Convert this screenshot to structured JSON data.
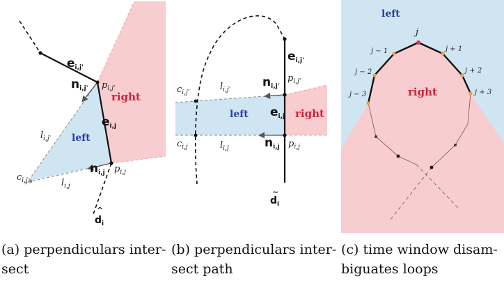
{
  "panel_a": {
    "e_top": "e",
    "e_top_sub": "i,j'",
    "n_top": "n",
    "n_top_sub": "i,j'",
    "p_top": "p",
    "p_top_sub": "i,j'",
    "right": "right",
    "e_mid": "e",
    "e_mid_sub": "i,j",
    "l_top": "l",
    "l_top_sub": "i,j'",
    "left": "left",
    "c": "c",
    "c_sub": "i,j",
    "n_bot": "n",
    "n_bot_sub": "i,j",
    "p_bot": "p",
    "p_bot_sub": "i,j",
    "l_bot": "l",
    "l_bot_sub": "i,j",
    "d": "d",
    "d_sub": "i",
    "d_hat": "^"
  },
  "panel_b": {
    "e_top": "e",
    "e_top_sub": "i,j'",
    "c_top": "c",
    "c_top_sub": "i,j'",
    "l_top": "l",
    "l_top_sub": "i,j'",
    "n_top": "n",
    "n_top_sub": "i,j'",
    "p_top": "p",
    "p_top_sub": "i,j'",
    "left": "left",
    "e_mid": "e",
    "e_mid_sub": "i,j",
    "right": "right",
    "c_bot": "c",
    "c_bot_sub": "i,j",
    "l_bot": "l",
    "l_bot_sub": "i,j",
    "n_bot": "n",
    "n_bot_sub": "i,j",
    "p_bot": "p",
    "p_bot_sub": "i,j",
    "d": "d",
    "d_sub": "i",
    "d_tilde": "~"
  },
  "panel_c": {
    "left": "left",
    "right": "right",
    "j": "j",
    "j_m1": "j − 1",
    "j_p1": "j + 1",
    "j_m2": "j − 2",
    "j_p2": "j + 2",
    "j_m3": "j − 3",
    "j_p3": "j + 3"
  },
  "captions": {
    "a_line1": "(a) perpendiculars inter-",
    "a_line2": "sect",
    "b_line1": "(b) perpendiculars inter-",
    "b_line2": "sect path",
    "c_line1": "(c) time window disam-",
    "c_line2": "biguates loops"
  },
  "colors": {
    "left_region": "#cfe6f2",
    "right_region": "#f7cdd0",
    "left_text": "#2a3f9e",
    "right_text": "#d0233a",
    "vertex": "#e8a04a",
    "apex": "#e0305a"
  }
}
